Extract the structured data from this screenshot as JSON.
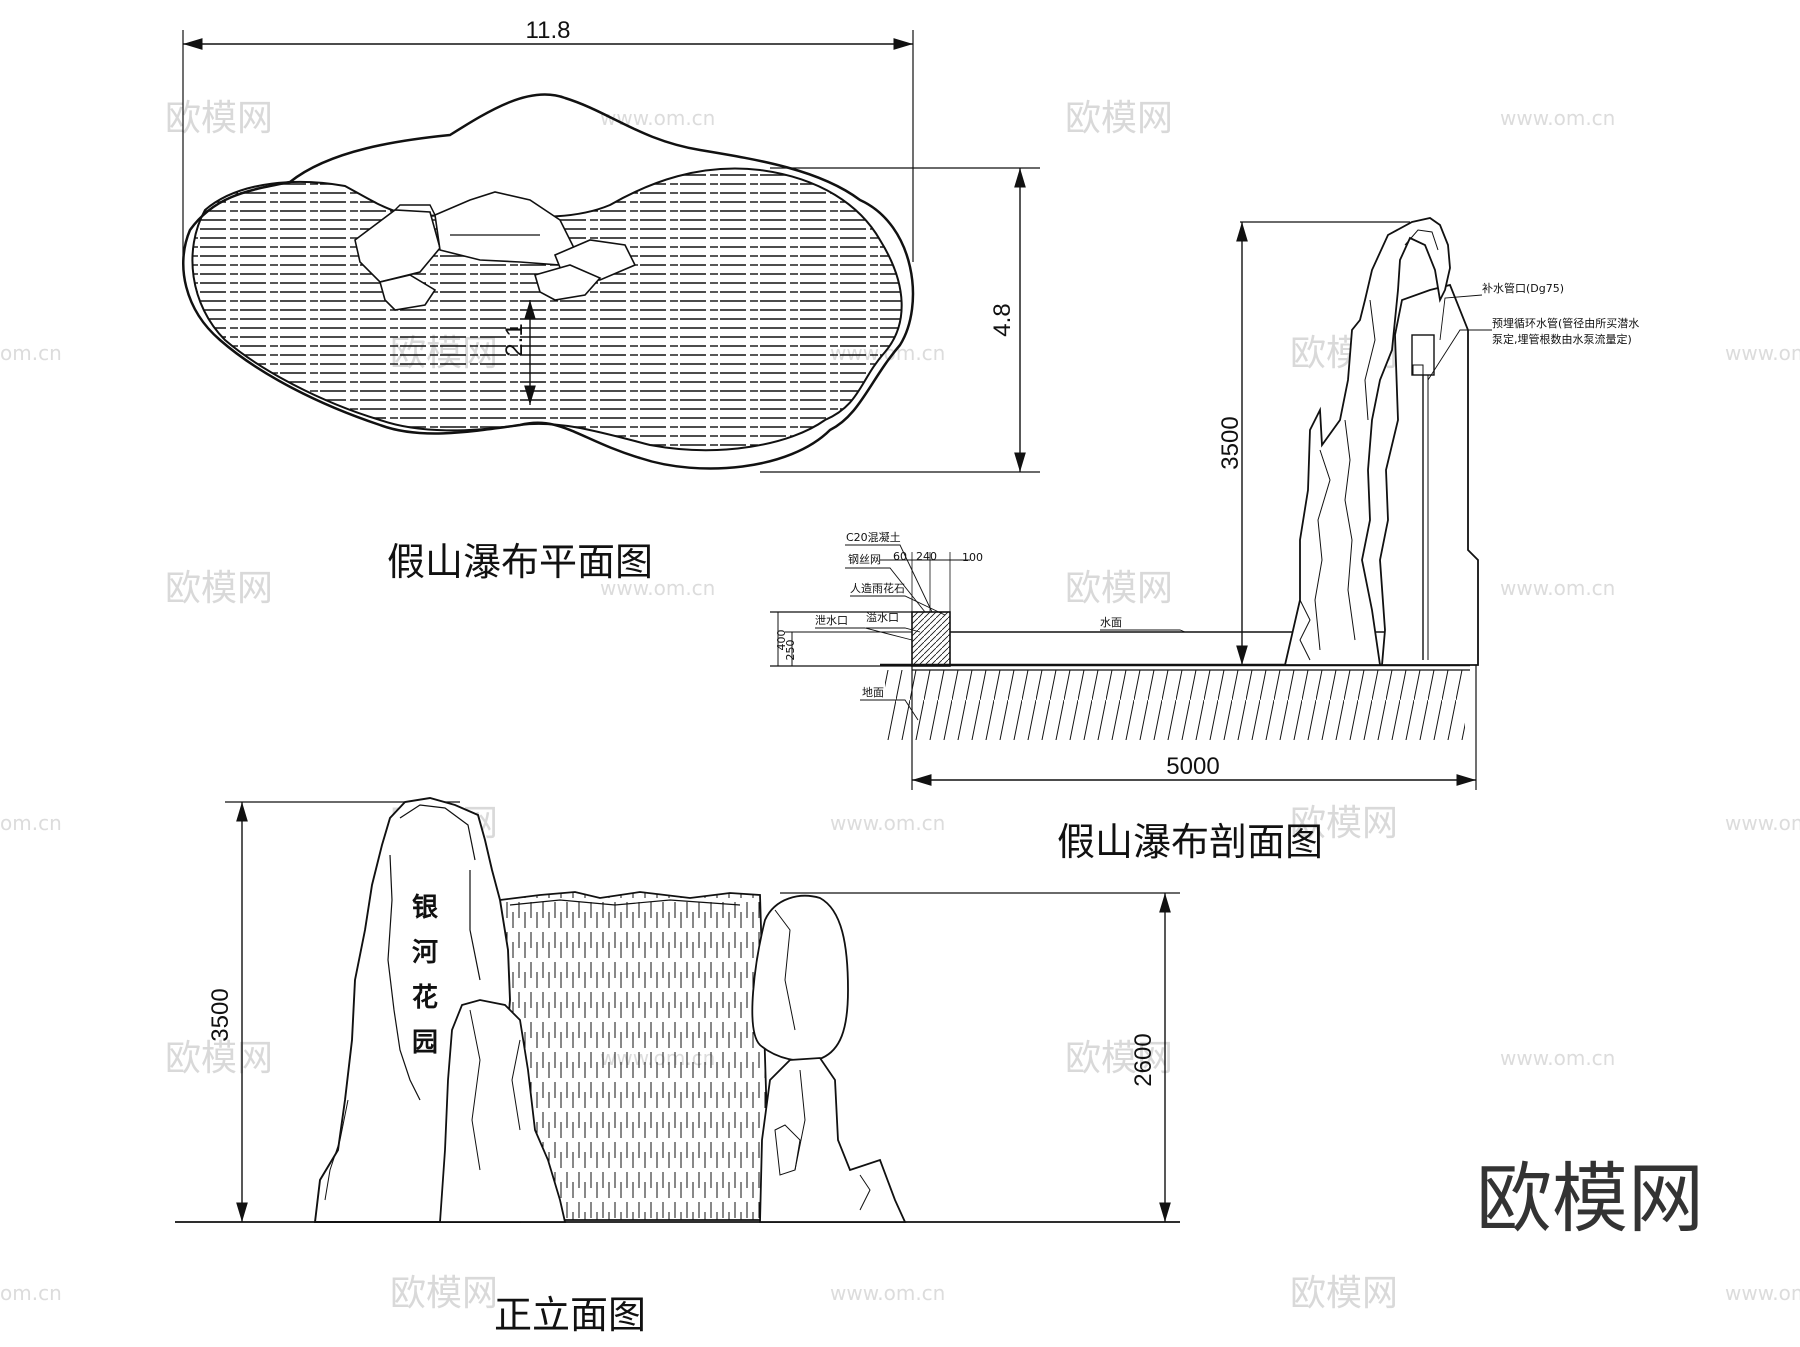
{
  "plan": {
    "title": "假山瀑布平面图",
    "dim_width": "11.8",
    "dim_height": "4.8",
    "dim_inner": "2.1"
  },
  "section": {
    "title": "假山瀑布剖面图",
    "dim_height": "3500",
    "dim_width": "5000",
    "dim_400": "400",
    "dim_250": "250",
    "dim_60": "60",
    "dim_240": "240",
    "dim_100": "100",
    "label_c20": "C20混凝土",
    "label_mesh": "钢丝网",
    "label_stone": "人造雨花石",
    "label_drain": "泄水口",
    "label_overflow": "溢水口",
    "label_water": "水面",
    "label_ground": "地面",
    "label_supply": "补水管口(Dg75)",
    "label_pipe_1": "预埋循环水管(管径由所买潜水",
    "label_pipe_2": "泵定,埋管根数由水泵流量定)"
  },
  "elevation": {
    "title": "正立面图",
    "dim_left": "3500",
    "dim_right": "2600",
    "sign_chars": [
      "银",
      "河",
      "花",
      "园"
    ]
  },
  "watermark": {
    "brand": "欧模网",
    "url": "www.om.cn",
    "url_short": "om.cn"
  }
}
